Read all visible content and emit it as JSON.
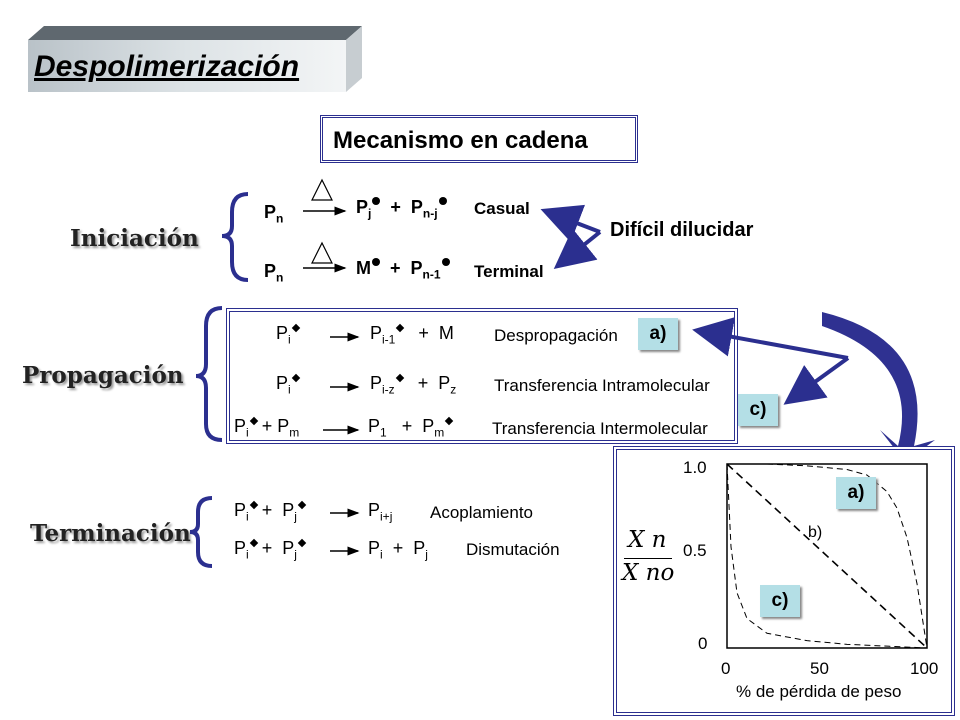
{
  "title": "Despolimerización",
  "mechanism_label": "Mecanismo en cadena",
  "stages": {
    "initiation": "Iniciación",
    "propagation": "Propagación",
    "termination": "Terminación"
  },
  "initiation": {
    "casual_label": "Casual",
    "terminal_label": "Terminal",
    "note": "Difícil dilucidar"
  },
  "propagation": {
    "labels": [
      "Despropagación",
      "Transferencia Intramolecular",
      "Transferencia Intermolecular"
    ]
  },
  "termination": {
    "labels": [
      "Acoplamiento",
      "Dismutación"
    ]
  },
  "badges": [
    "a)",
    "c)"
  ],
  "plot": {
    "xlabel": "% de pérdida de peso",
    "x_ticks": [
      "0",
      "50",
      "100"
    ],
    "y_ticks": [
      "1.0",
      "0.5",
      "0"
    ],
    "curve_labels": [
      "a)",
      "b)",
      "c)"
    ],
    "ylabel_num": "X n",
    "ylabel_den": "X no"
  },
  "chart_data": {
    "type": "line",
    "xlabel": "% de pérdida de peso",
    "ylabel": "Xn / Xno",
    "xlim": [
      0,
      100
    ],
    "ylim": [
      0,
      1
    ],
    "series": [
      {
        "name": "a)",
        "x": [
          0,
          20,
          40,
          60,
          70,
          80,
          85,
          90,
          95,
          100
        ],
        "y": [
          1.0,
          1.0,
          0.99,
          0.97,
          0.94,
          0.85,
          0.76,
          0.6,
          0.35,
          0.0
        ]
      },
      {
        "name": "b)",
        "x": [
          0,
          100
        ],
        "y": [
          1.0,
          0.0
        ]
      },
      {
        "name": "c)",
        "x": [
          0,
          2,
          5,
          10,
          20,
          40,
          60,
          80,
          100
        ],
        "y": [
          1.0,
          0.55,
          0.3,
          0.16,
          0.08,
          0.04,
          0.02,
          0.01,
          0.0
        ]
      }
    ]
  }
}
